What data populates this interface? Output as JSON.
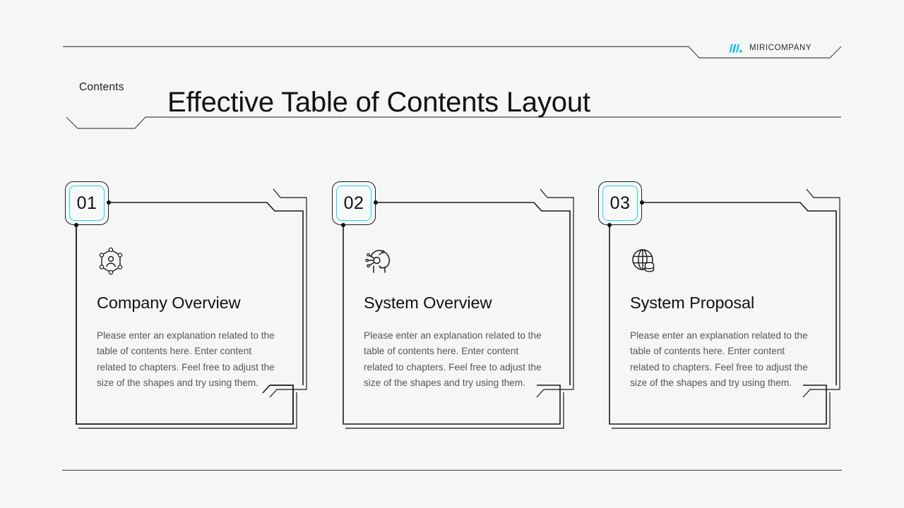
{
  "brand": {
    "name": "MIRICOMPANY",
    "logo_icon": "miri-logo-icon",
    "accent_color": "#22d3ee"
  },
  "header": {
    "eyebrow": "Contents",
    "title": "Effective Table of Contents Layout"
  },
  "cards": [
    {
      "number": "01",
      "icon": "hexagon-user-network-icon",
      "title": "Company Overview",
      "text": "Please enter an explanation related to the table of contents here. Enter content related to chapters. Feel free to adjust the size of the shapes and try using them."
    },
    {
      "number": "02",
      "icon": "ai-head-circuit-icon",
      "title": "System Overview",
      "text": "Please enter an explanation related to the table of contents here. Enter content related to chapters. Feel free to adjust the size of the shapes and try using them."
    },
    {
      "number": "03",
      "icon": "globe-database-icon",
      "title": "System Proposal",
      "text": "Please enter an explanation related to the table of contents here. Enter content related to chapters. Feel free to adjust the size of the shapes and try using them."
    }
  ],
  "colors": {
    "background": "#f5f6f6",
    "line": "#3b3b3b",
    "accent": "#22d3ee",
    "title_text": "#111111",
    "body_text": "#555759"
  }
}
